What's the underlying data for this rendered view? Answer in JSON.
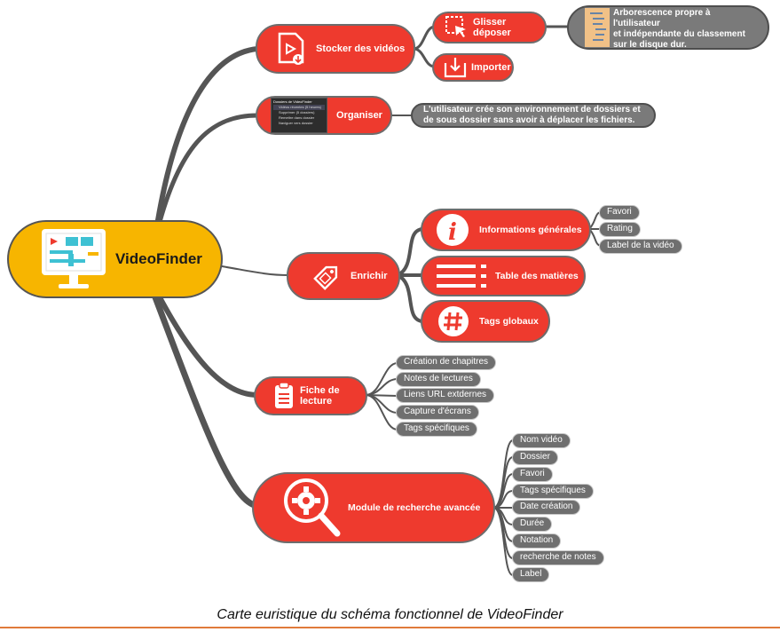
{
  "root": {
    "label": "VideoFinder"
  },
  "stocker": {
    "label": "Stocker des vidéos",
    "glisser": "Glisser déposer",
    "importer": "Importer",
    "note": "Arborescence propre à l'utilisateur\n et indépendante du classement sur le disque dur."
  },
  "organiser": {
    "label": "Organiser",
    "note": "L'utilisateur crée son environnement de dossiers et de sous dossier sans avoir à déplacer les fichiers.",
    "thumb_title": "Dossiers de VideoFinder",
    "thumb_lines": [
      "Vidéos récentes (5 heures)",
      "Supprimer (5 dossiers)",
      "Remettre dans dossier",
      "Naviguer vers dossier"
    ]
  },
  "enrichir": {
    "label": "Enrichir",
    "info": {
      "label": "Informations générales",
      "children": [
        "Favori",
        "Rating",
        "Label de la vidéo"
      ]
    },
    "table": {
      "label": "Table des matières"
    },
    "tags": {
      "label": "Tags globaux"
    }
  },
  "fiche": {
    "label": "Fiche de lecture",
    "children": [
      "Création de chapitres",
      "Notes de lectures",
      "Liens URL extdernes",
      "Capture d'écrans",
      "Tags spécifiques"
    ]
  },
  "module": {
    "label": "Module de recherche avancée",
    "children": [
      "Nom vidéo",
      "Dossier",
      "Favori",
      "Tags spécifiques",
      "Date création",
      "Durée",
      "Notation",
      "recherche de notes",
      "Label"
    ]
  },
  "caption": "Carte euristique du schéma fonctionnel de VideoFinder",
  "colors": {
    "node": "#ee3a2e",
    "root": "#f7b500",
    "connector": "#555555",
    "leaf": "#6f6f6f",
    "rule": "#e07a3a"
  }
}
